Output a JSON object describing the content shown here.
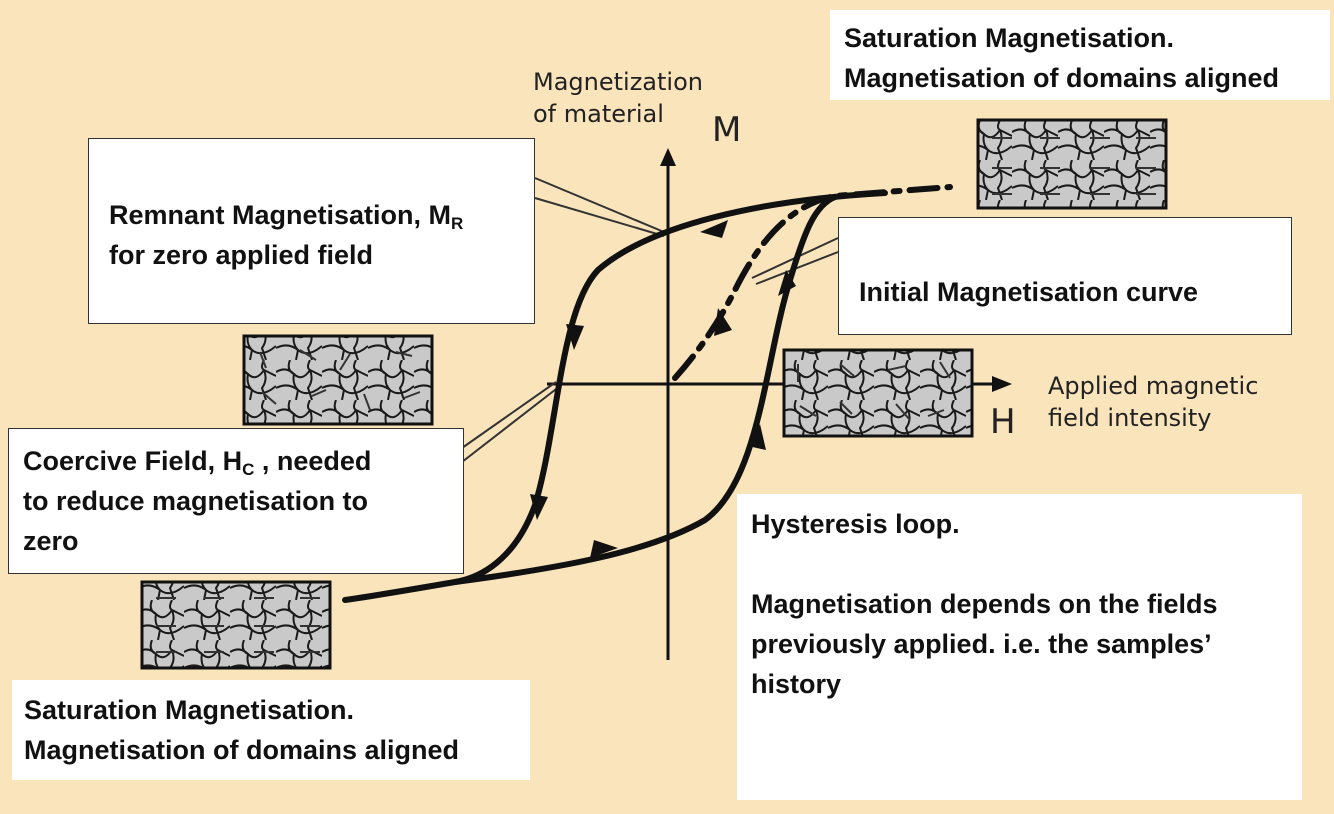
{
  "axes": {
    "y_title_line1": "Magnetization",
    "y_title_line2": "of material",
    "y_symbol": "M",
    "x_title_line1": "Applied magnetic",
    "x_title_line2": "field intensity",
    "x_symbol": "H"
  },
  "callouts": {
    "saturation_top": {
      "line1": "Saturation Magnetisation.",
      "line2": "Magnetisation of domains aligned"
    },
    "remnant": {
      "line1_text": "Remnant Magnetisation, M",
      "line1_sub": "R",
      "line2": "for zero applied field"
    },
    "initial_curve": {
      "text": "Initial Magnetisation curve"
    },
    "coercive": {
      "line1_text": "Coercive Field, H",
      "line1_sub": "C",
      "line1_tail": " , needed",
      "line2": "to reduce magnetisation to",
      "line3": "zero"
    },
    "saturation_bottom": {
      "line1": "Saturation Magnetisation.",
      "line2": "Magnetisation of domains aligned"
    },
    "hysteresis": {
      "title": "Hysteresis loop.",
      "body_line1": "Magnetisation depends on the fields",
      "body_line2": "previously applied. i.e. the samples’",
      "body_line3": "history"
    }
  },
  "domain_samples": [
    {
      "id": "saturated-positive",
      "arrows": "right"
    },
    {
      "id": "remnant",
      "arrows": "mixed"
    },
    {
      "id": "demagnetised",
      "arrows": "random"
    },
    {
      "id": "saturated-negative",
      "arrows": "left"
    }
  ],
  "colors": {
    "background": "#f9e4bc",
    "curve": "#111111",
    "callout_fill": "#ffffff",
    "domain_fill": "#c9c9c9"
  }
}
